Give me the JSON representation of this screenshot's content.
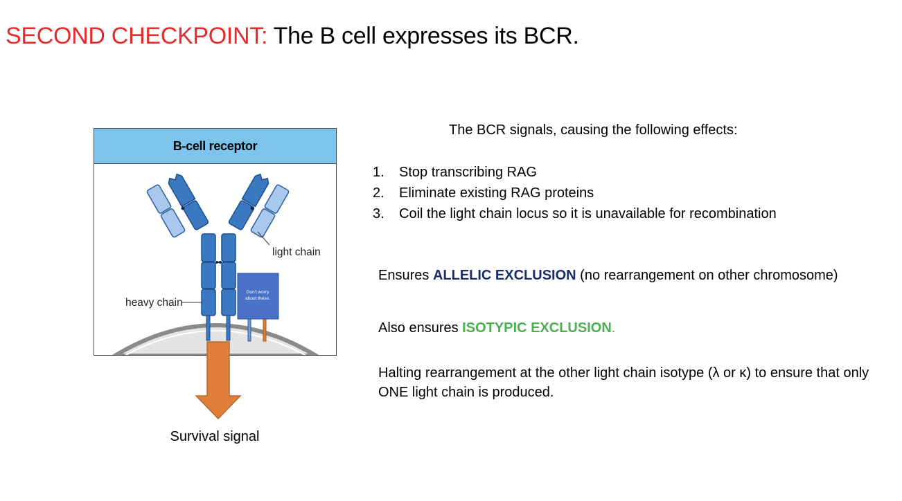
{
  "slide": {
    "title_highlight": "SECOND CHECKPOINT:",
    "title_rest": " The B cell expresses its BCR."
  },
  "figure": {
    "header": "B-cell receptor",
    "light_chain_label": "light chain",
    "heavy_chain_label": "heavy chain",
    "note_line1": "Don't worry",
    "note_line2": "about these.",
    "colors": {
      "header_bg": "#7cc4ec",
      "heavy_chain": "#3a78c2",
      "light_chain": "#a9c8ee",
      "note_box": "#4a72c9",
      "arrow": "#e07f3a",
      "membrane": "#e4e4e4"
    }
  },
  "survival_label": "Survival signal",
  "effects": {
    "lead": "The BCR signals, causing the following effects:",
    "items": [
      {
        "num": "1.",
        "text": "Stop transcribing RAG"
      },
      {
        "num": "2.",
        "text": "Eliminate existing RAG proteins"
      },
      {
        "num": "3.",
        "text": "Coil the light chain locus so it is unavailable for recombination"
      }
    ]
  },
  "allelic": {
    "prefix": "Ensures ",
    "highlight": "ALLELIC EXCLUSION",
    "suffix": " (no rearrangement on other chromosome)",
    "color": "#1b2a6b"
  },
  "isotypic": {
    "prefix": "Also ensures ",
    "highlight": "ISOTYPIC EXCLUSION",
    "suffix": ".",
    "color": "#4caf50"
  },
  "halting": "Halting rearrangement at the other light chain isotype (λ or κ) to ensure that only ONE light chain is produced."
}
